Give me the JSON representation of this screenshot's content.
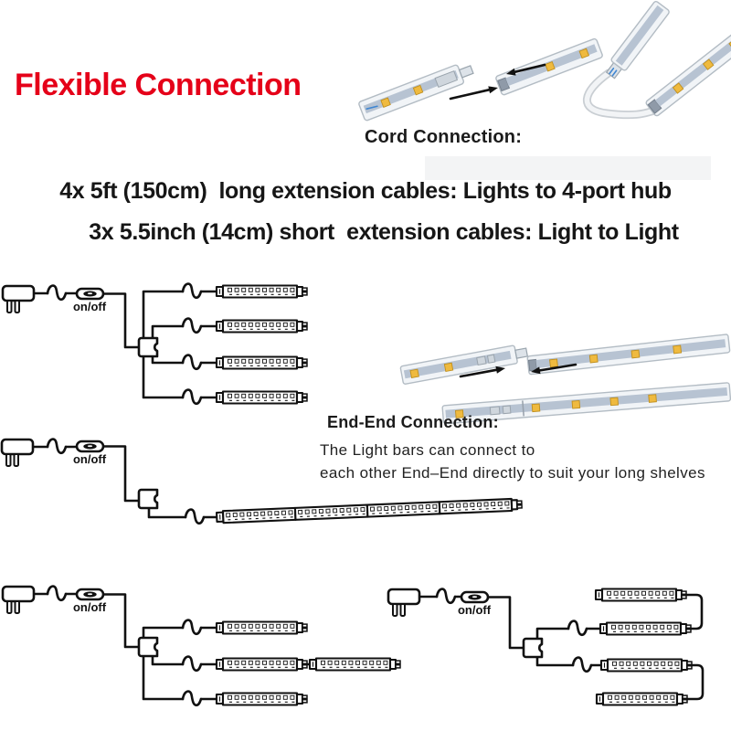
{
  "title": {
    "text": "Flexible Connection"
  },
  "photos": {
    "cord_connection": {
      "heading": "Cord Connection:"
    },
    "end_end": {
      "heading": "End-End Connection:",
      "body_line1": "The Light bars can connect to",
      "body_line2": "each other End–End directly to suit your long shelves"
    }
  },
  "specs": {
    "line1": "4x 5ft (150cm)  long extension cables: Lights to 4-port hub",
    "line2": "3x 5.5inch (14cm) short  extension cables: Light to Light"
  },
  "diagrams": {
    "switch_label": "on/off"
  },
  "colors": {
    "title_red": "#e50019",
    "line_art": "#111111",
    "led_gold": "#efba3f",
    "bar_strip": "#b7c3d2",
    "background": "#ffffff"
  }
}
